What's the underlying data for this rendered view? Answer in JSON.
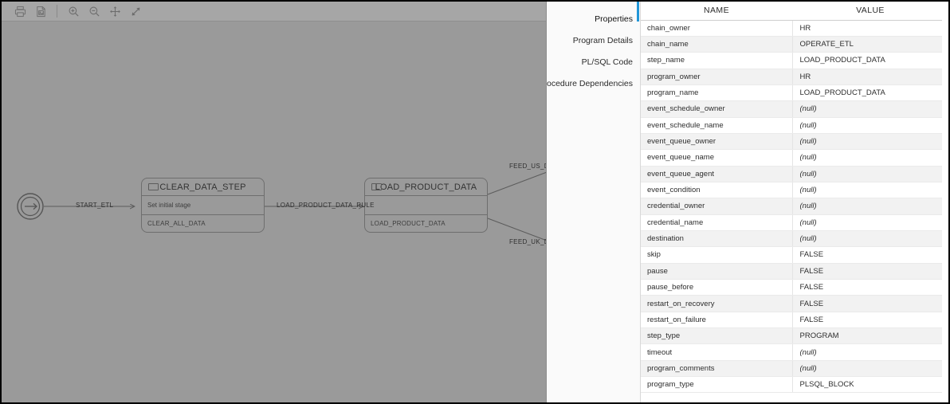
{
  "toolbar": {
    "buttons": [
      {
        "name": "print-icon",
        "label": "Print"
      },
      {
        "name": "save-image-icon",
        "label": "Save as Image"
      },
      {
        "name": "zoom-in-icon",
        "label": "Zoom In"
      },
      {
        "name": "zoom-out-icon",
        "label": "Zoom Out"
      },
      {
        "name": "pan-icon",
        "label": "Pan"
      },
      {
        "name": "fit-screen-icon",
        "label": "Fit to Screen"
      }
    ]
  },
  "diagram": {
    "start_node": {
      "name": "start-node",
      "icon": "start-arrow-icon"
    },
    "nodes": [
      {
        "title": "CLEAR_DATA_STEP",
        "middle": "Set initial stage",
        "footer": "CLEAR_ALL_DATA"
      },
      {
        "title": "LOAD_PRODUCT_DATA",
        "middle": "",
        "footer": "LOAD_PRODUCT_DATA"
      }
    ],
    "edge_labels": [
      "START_ETL",
      "LOAD_PRODUCT_DATA_RULE",
      "FEED_US_DA",
      "FEED_UK_DA"
    ]
  },
  "sidebar": {
    "tabs": [
      {
        "label": "Properties",
        "active": true
      },
      {
        "label": "Program Details",
        "active": false
      },
      {
        "label": "PL/SQL Code",
        "active": false
      },
      {
        "label": "Procedure Dependencies",
        "active": false
      }
    ],
    "active_indicator_color": "#2196d8"
  },
  "properties_table": {
    "columns": [
      "NAME",
      "VALUE"
    ],
    "null_text": "(null)",
    "rows": [
      {
        "name": "chain_owner",
        "value": "HR",
        "null": false
      },
      {
        "name": "chain_name",
        "value": "OPERATE_ETL",
        "null": false
      },
      {
        "name": "step_name",
        "value": "LOAD_PRODUCT_DATA",
        "null": false
      },
      {
        "name": "program_owner",
        "value": "HR",
        "null": false
      },
      {
        "name": "program_name",
        "value": "LOAD_PRODUCT_DATA",
        "null": false
      },
      {
        "name": "event_schedule_owner",
        "value": "(null)",
        "null": true
      },
      {
        "name": "event_schedule_name",
        "value": "(null)",
        "null": true
      },
      {
        "name": "event_queue_owner",
        "value": "(null)",
        "null": true
      },
      {
        "name": "event_queue_name",
        "value": "(null)",
        "null": true
      },
      {
        "name": "event_queue_agent",
        "value": "(null)",
        "null": true
      },
      {
        "name": "event_condition",
        "value": "(null)",
        "null": true
      },
      {
        "name": "credential_owner",
        "value": "(null)",
        "null": true
      },
      {
        "name": "credential_name",
        "value": "(null)",
        "null": true
      },
      {
        "name": "destination",
        "value": "(null)",
        "null": true
      },
      {
        "name": "skip",
        "value": "FALSE",
        "null": false
      },
      {
        "name": "pause",
        "value": "FALSE",
        "null": false
      },
      {
        "name": "pause_before",
        "value": "FALSE",
        "null": false
      },
      {
        "name": "restart_on_recovery",
        "value": "FALSE",
        "null": false
      },
      {
        "name": "restart_on_failure",
        "value": "FALSE",
        "null": false
      },
      {
        "name": "step_type",
        "value": "PROGRAM",
        "null": false
      },
      {
        "name": "timeout",
        "value": "(null)",
        "null": true
      },
      {
        "name": "program_comments",
        "value": "(null)",
        "null": true
      },
      {
        "name": "program_type",
        "value": "PLSQL_BLOCK",
        "null": false
      }
    ]
  }
}
